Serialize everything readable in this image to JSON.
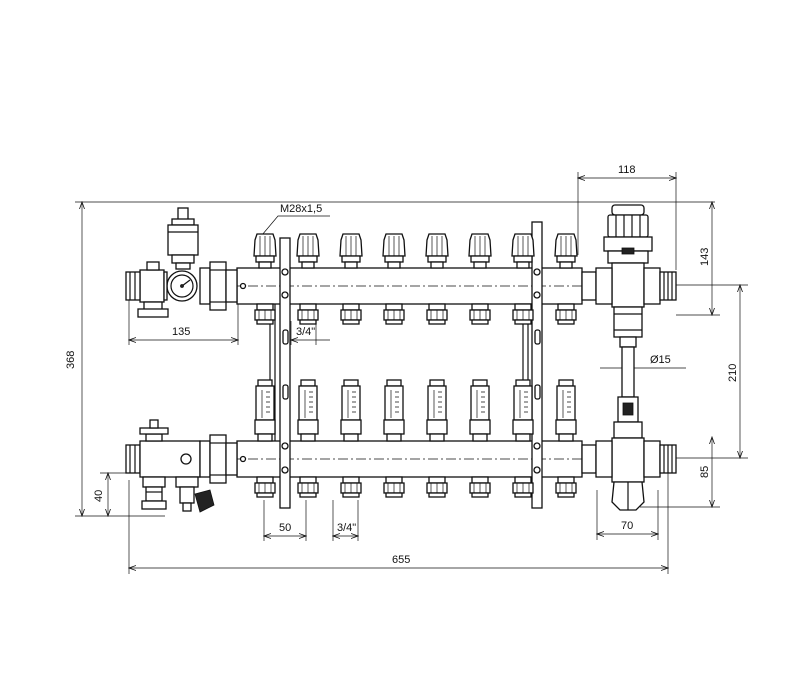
{
  "drawing": {
    "callout_thread": "M28x1,5",
    "dimensions": {
      "total_width": "655",
      "total_height": "368",
      "left_group_width": "135",
      "right_valve_width": "118",
      "right_top_height": "143",
      "bar_spacing": "210",
      "right_bottom_height": "85",
      "bottom_left_height": "40",
      "outlet_pitch": "50",
      "outlet_thread_top": "3/4\"",
      "outlet_thread_bottom": "3/4\"",
      "bypass_diameter": "Ø15",
      "right_bottom_width": "70"
    },
    "outlets_count": 8
  }
}
